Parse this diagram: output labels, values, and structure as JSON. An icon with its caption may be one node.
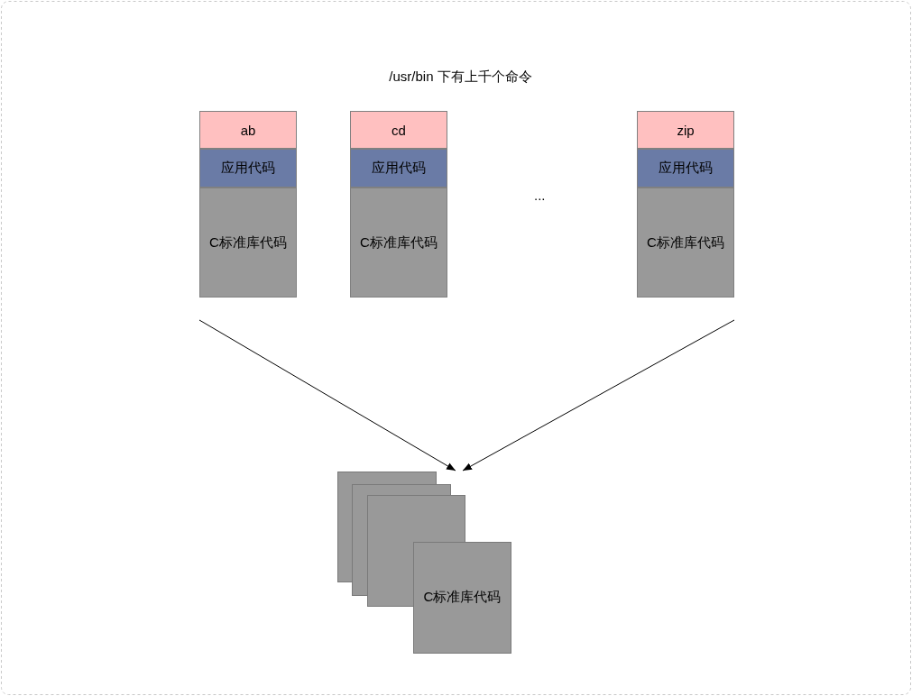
{
  "diagram": {
    "title": "/usr/bin 下有上千个命令",
    "nodes": [
      {
        "text": [
          "ab"
        ]
      },
      {
        "text": [
          "应用代码"
        ]
      },
      {
        "text": [
          "C标准库代码"
        ]
      },
      {
        "text": [
          "cd"
        ]
      },
      {
        "text": [
          "应用代码"
        ]
      },
      {
        "text": [
          "C标准库代码"
        ]
      },
      {
        "text": [
          "zip"
        ]
      },
      {
        "text": [
          "应用代码"
        ]
      },
      {
        "text": [
          "C标准库代码"
        ]
      },
      {
        "text": [
          "C标准库代码"
        ]
      }
    ],
    "edges": [
      {
        "from": 2,
        "to": 9,
        "arrow": "to"
      },
      {
        "from": 8,
        "to": 9,
        "arrow": "to"
      }
    ],
    "labels": [
      "..."
    ]
  }
}
